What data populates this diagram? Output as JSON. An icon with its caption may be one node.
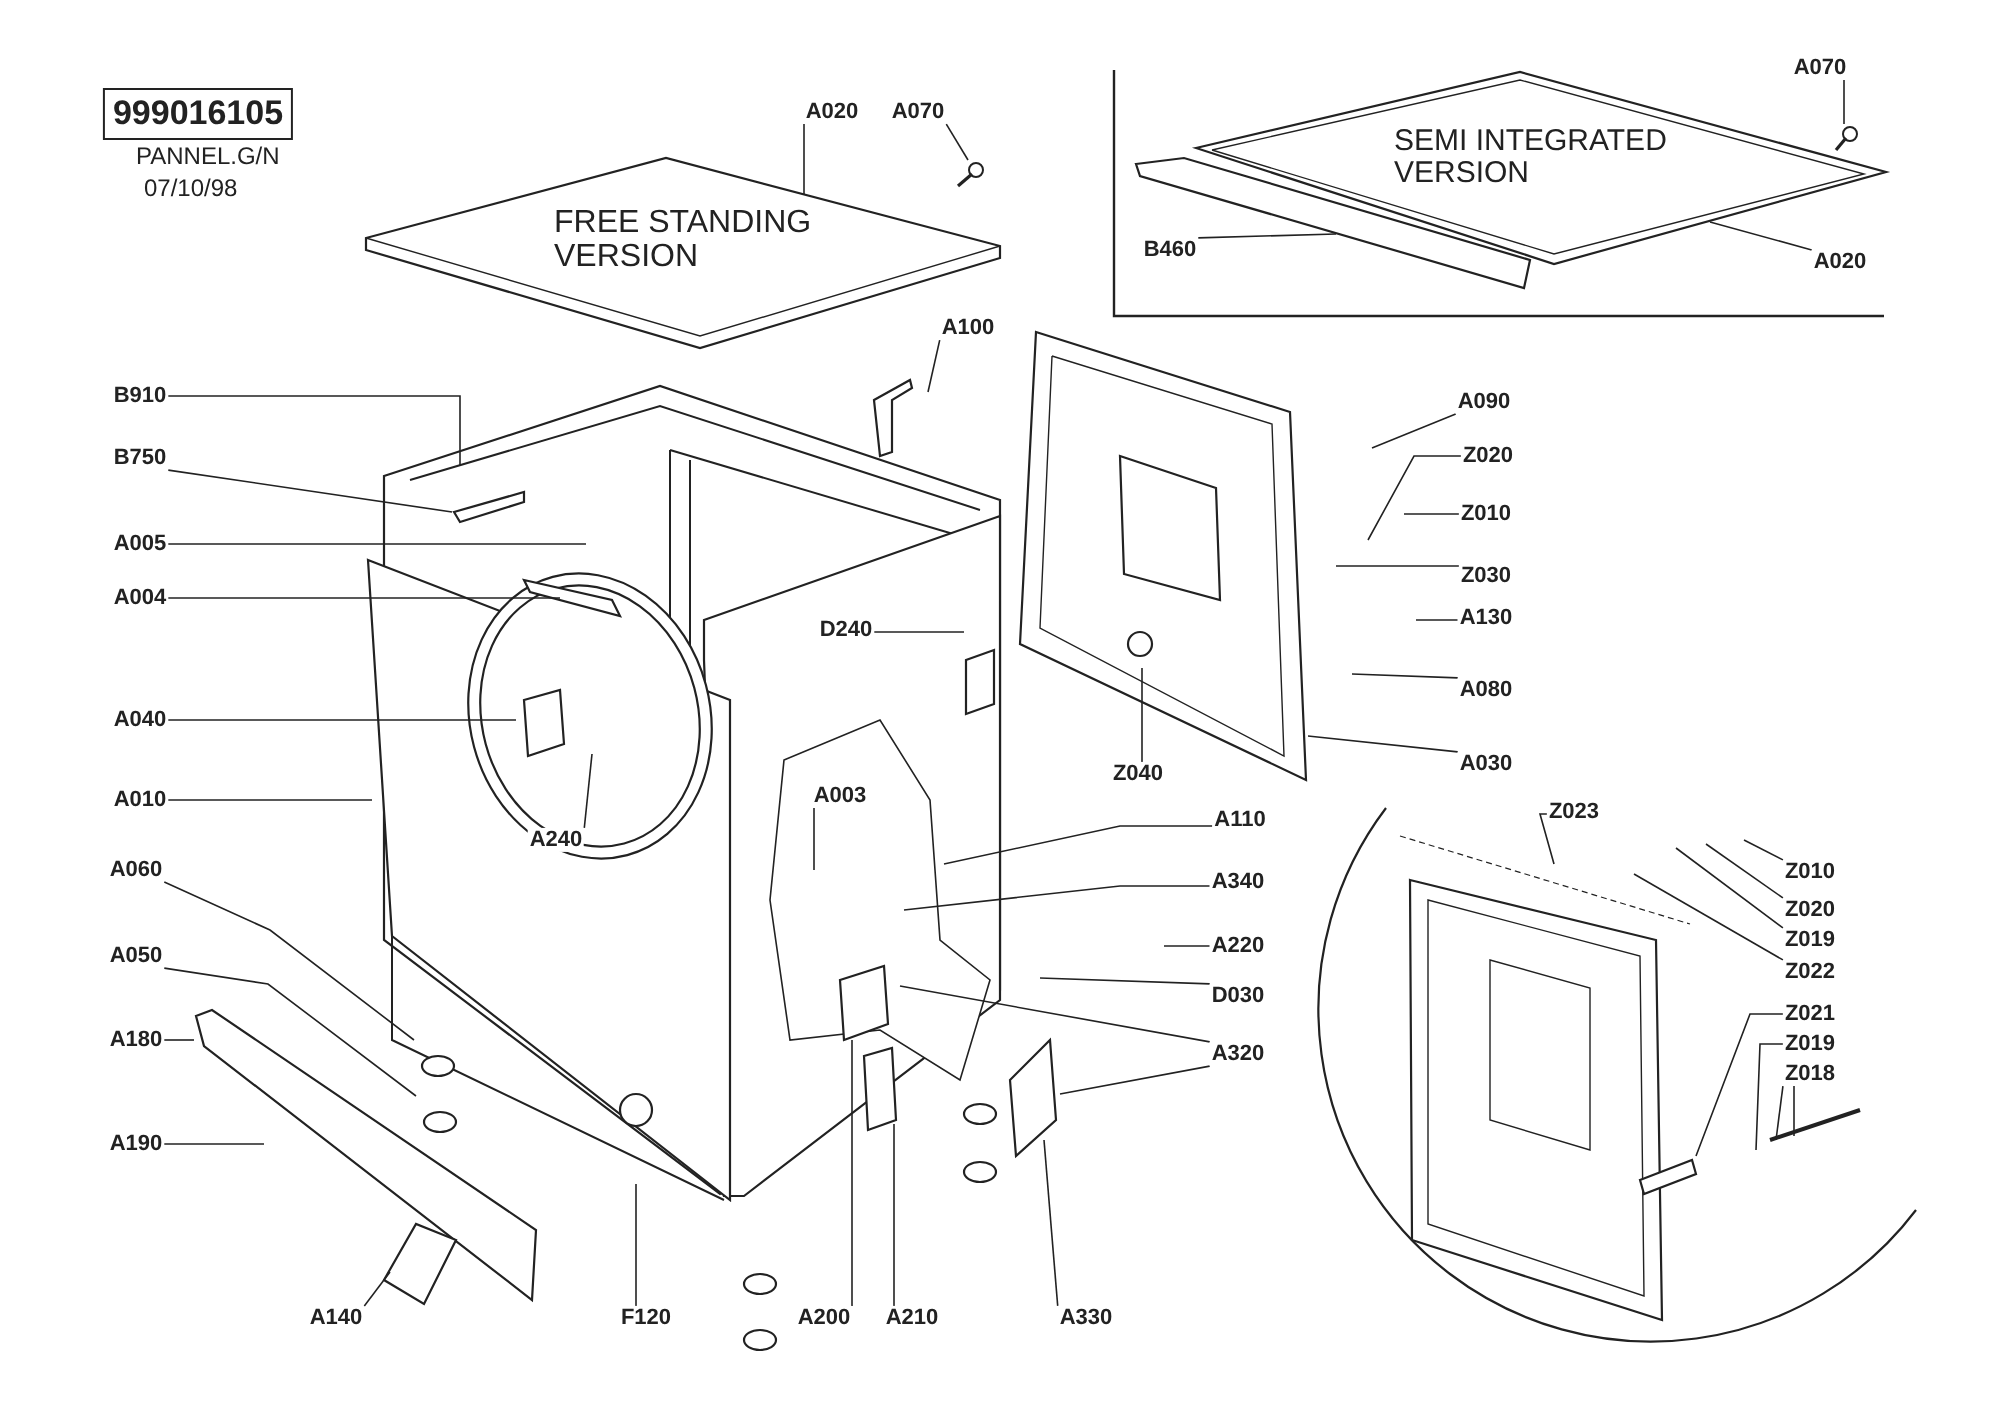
{
  "diagram": {
    "nodes": [
      {
        "text": [
          "999016105"
        ],
        "beside": [
          "PANNEL.G/N",
          "07/10/98"
        ]
      },
      {
        "text": [
          "A020"
        ]
      },
      {
        "text": [
          "A070"
        ]
      },
      {
        "text": [
          "A070"
        ]
      },
      {
        "text": [
          "B460"
        ]
      },
      {
        "text": [
          "A020"
        ]
      },
      {
        "text": [
          "A100"
        ]
      },
      {
        "text": [
          "B910"
        ]
      },
      {
        "text": [
          "B750"
        ]
      },
      {
        "text": [
          "A005"
        ]
      },
      {
        "text": [
          "A004"
        ]
      },
      {
        "text": [
          "D240"
        ]
      },
      {
        "text": [
          "A090"
        ]
      },
      {
        "text": [
          "Z020"
        ]
      },
      {
        "text": [
          "Z010"
        ]
      },
      {
        "text": [
          "Z030"
        ]
      },
      {
        "text": [
          "A130"
        ]
      },
      {
        "text": [
          "A080"
        ]
      },
      {
        "text": [
          "A030"
        ]
      },
      {
        "text": [
          "A040"
        ]
      },
      {
        "text": [
          "A010"
        ]
      },
      {
        "text": [
          "A240"
        ]
      },
      {
        "text": [
          "A003"
        ]
      },
      {
        "text": [
          "Z040"
        ]
      },
      {
        "text": [
          "A110"
        ]
      },
      {
        "text": [
          "A060"
        ]
      },
      {
        "text": [
          "A050"
        ]
      },
      {
        "text": [
          "A340"
        ]
      },
      {
        "text": [
          "A220"
        ]
      },
      {
        "text": [
          "D030"
        ]
      },
      {
        "text": [
          "A180"
        ]
      },
      {
        "text": [
          "A320"
        ]
      },
      {
        "text": [
          "A190"
        ]
      },
      {
        "text": [
          "A140"
        ]
      },
      {
        "text": [
          "F120"
        ]
      },
      {
        "text": [
          "A200"
        ]
      },
      {
        "text": [
          "A210"
        ]
      },
      {
        "text": [
          "A330"
        ]
      },
      {
        "text": [
          "Z023"
        ]
      },
      {
        "text": [
          "Z010"
        ]
      },
      {
        "text": [
          "Z020"
        ]
      },
      {
        "text": [
          "Z019"
        ]
      },
      {
        "text": [
          "Z022"
        ]
      },
      {
        "text": [
          "Z021"
        ]
      },
      {
        "text": [
          "Z019"
        ]
      },
      {
        "text": [
          "Z018"
        ]
      },
      {
        "text": [
          "FREE STANDING VERSION"
        ]
      },
      {
        "text": [
          "SEMI INTEGRATED VERSION"
        ]
      },
      {
        "text": [],
        "shape": "screw"
      },
      {
        "text": [],
        "shape": "screw"
      },
      {
        "text": [],
        "shape": "bar"
      }
    ],
    "edges": [
      {
        "from": 1,
        "to": 46,
        "arrow": "none"
      },
      {
        "from": 2,
        "to": 48,
        "arrow": "none"
      },
      {
        "from": 3,
        "to": 49,
        "arrow": "none"
      },
      {
        "from": 4,
        "to": 50,
        "arrow": "none"
      },
      {
        "from": 5,
        "to": 47,
        "arrow": "none"
      },
      {
        "from": 6,
        "to": null,
        "arrow": "none"
      },
      {
        "from": 7,
        "to": null,
        "arrow": "none"
      },
      {
        "from": 8,
        "to": null,
        "arrow": "none"
      },
      {
        "from": 9,
        "to": null,
        "arrow": "none"
      },
      {
        "from": 10,
        "to": null,
        "arrow": "none"
      },
      {
        "from": 11,
        "to": null,
        "arrow": "none"
      },
      {
        "from": 12,
        "to": null,
        "arrow": "none"
      },
      {
        "from": 13,
        "to": null,
        "arrow": "none"
      },
      {
        "from": 14,
        "to": null,
        "arrow": "none"
      },
      {
        "from": 15,
        "to": null,
        "arrow": "none"
      },
      {
        "from": 16,
        "to": null,
        "arrow": "none"
      },
      {
        "from": 17,
        "to": null,
        "arrow": "none"
      },
      {
        "from": 18,
        "to": null,
        "arrow": "none"
      },
      {
        "from": 19,
        "to": null,
        "arrow": "none"
      },
      {
        "from": 20,
        "to": null,
        "arrow": "none"
      },
      {
        "from": 21,
        "to": null,
        "arrow": "none"
      },
      {
        "from": 22,
        "to": null,
        "arrow": "none"
      },
      {
        "from": 23,
        "to": null,
        "arrow": "none"
      },
      {
        "from": 24,
        "to": null,
        "arrow": "none"
      },
      {
        "from": 25,
        "to": null,
        "arrow": "none"
      },
      {
        "from": 26,
        "to": null,
        "arrow": "none"
      },
      {
        "from": 27,
        "to": null,
        "arrow": "none"
      },
      {
        "from": 28,
        "to": null,
        "arrow": "none"
      },
      {
        "from": 29,
        "to": null,
        "arrow": "none"
      },
      {
        "from": 30,
        "to": null,
        "arrow": "none"
      },
      {
        "from": 31,
        "to": null,
        "arrow": "none"
      },
      {
        "from": 31,
        "to": null,
        "arrow": "none"
      },
      {
        "from": 32,
        "to": null,
        "arrow": "none"
      },
      {
        "from": 33,
        "to": null,
        "arrow": "none"
      },
      {
        "from": 34,
        "to": null,
        "arrow": "none"
      },
      {
        "from": 35,
        "to": null,
        "arrow": "none"
      },
      {
        "from": 36,
        "to": null,
        "arrow": "none"
      },
      {
        "from": 37,
        "to": null,
        "arrow": "none"
      },
      {
        "from": 38,
        "to": null,
        "arrow": "none"
      },
      {
        "from": 39,
        "to": null,
        "arrow": "none"
      },
      {
        "from": 40,
        "to": null,
        "arrow": "none"
      },
      {
        "from": 41,
        "to": null,
        "arrow": "none"
      },
      {
        "from": 42,
        "to": null,
        "arrow": "none"
      },
      {
        "from": 43,
        "to": null,
        "arrow": "none"
      },
      {
        "from": 44,
        "to": null,
        "arrow": "none"
      },
      {
        "from": 45,
        "to": null,
        "arrow": "none"
      },
      {
        "from": 45,
        "to": null,
        "arrow": "none"
      }
    ]
  }
}
